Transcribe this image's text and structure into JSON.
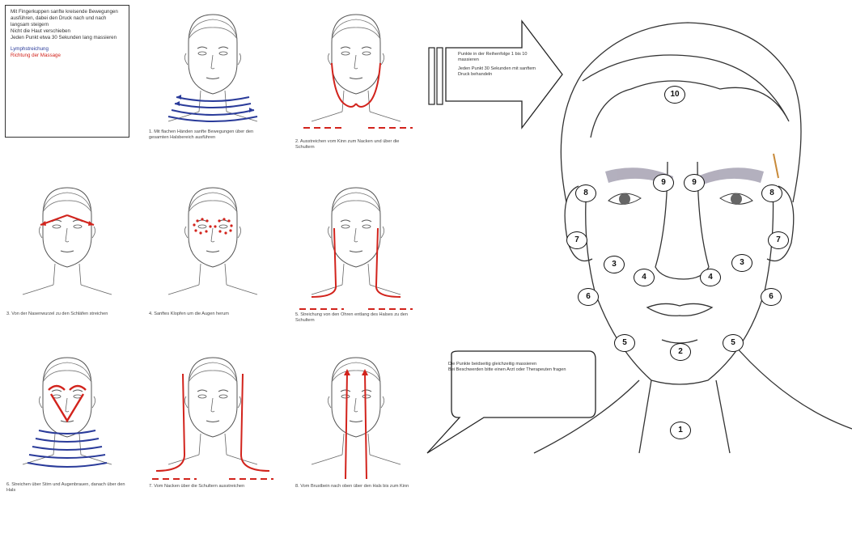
{
  "legend": {
    "lines": [
      "Mit Fingerkuppen sanfte kreisende Bewegungen ausführen, dabei den Druck nach und nach langsam steigern",
      "Nicht die Haut verschieben",
      "Jeden Punkt etwa 30 Sekunden lang massieren"
    ],
    "blue_label": "Lymphstreichung",
    "red_label": "Richtung der Massage"
  },
  "steps": [
    {
      "text": "1. Mit flachen Händen sanfte Bewegungen über den gesamten Halsbereich ausführen"
    },
    {
      "text": "2. Ausstreichen vom Kinn zum Nacken und über die Schultern"
    },
    {
      "text": "3. Von der Nasenwurzel zu den Schläfen streichen"
    },
    {
      "text": "4. Sanftes Klopfen um die Augen herum"
    },
    {
      "text": "5. Streichung von den Ohren entlang des Halses zu den Schultern"
    },
    {
      "text": "6. Streichen über Stirn und Augenbrauen, danach über den Hals"
    },
    {
      "text": "7. Vom Nacken über die Schultern ausstreichen"
    },
    {
      "text": "8. Vom Brustbein nach oben über den Hals bis zum Kinn"
    }
  ],
  "arrow_note": {
    "lines": [
      "Punkte in der Reihenfolge 1 bis 10 massieren",
      "Jeden Punkt 30 Sekunden mit sanftem Druck behandeln"
    ]
  },
  "bubble_note": {
    "lines": [
      "Die Punkte beidseitig gleichzeitig massieren",
      "Bei Beschwerden bitte einen Arzt oder Therapeuten fragen"
    ]
  },
  "points": {
    "p10": "10",
    "p9": "9",
    "p8": "8",
    "p7": "7",
    "p3": "3",
    "p4": "4",
    "p6": "6",
    "p5": "5",
    "p2": "2",
    "p1": "1"
  },
  "colors": {
    "blue": "#2a3b9a",
    "red": "#d2231c",
    "line": "#555555"
  }
}
